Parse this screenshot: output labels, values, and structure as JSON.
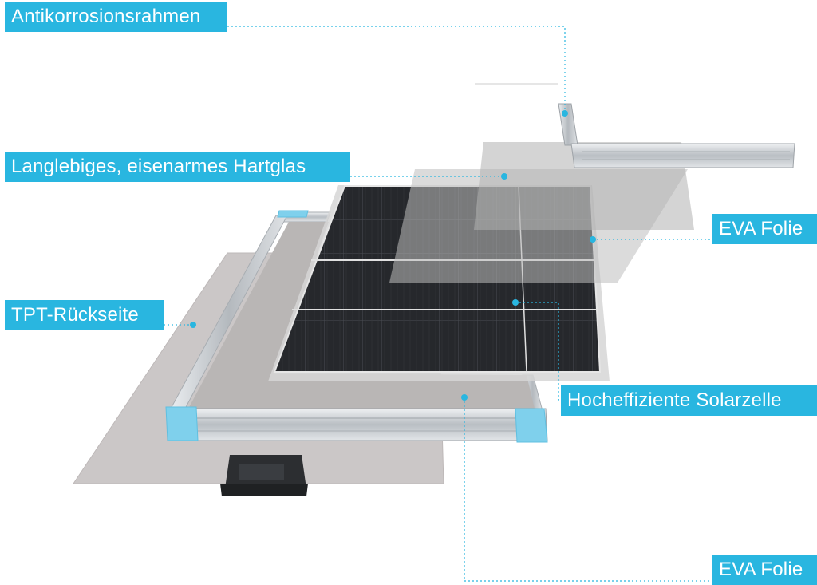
{
  "labels": {
    "frame": "Antikorrosionsrahmen",
    "glass": "Langlebiges, eisenarmes Hartglas",
    "eva_top": "EVA Folie",
    "tpt": "TPT-Rückseite",
    "cell": "Hocheffiziente Solarzelle",
    "eva_bottom": "EVA Folie"
  },
  "colors": {
    "accent": "#29b6e0",
    "label_text": "#ffffff",
    "backsheet": "#c9c5c5",
    "cell": "#2a2c30",
    "frame": "#c8ccd0"
  }
}
